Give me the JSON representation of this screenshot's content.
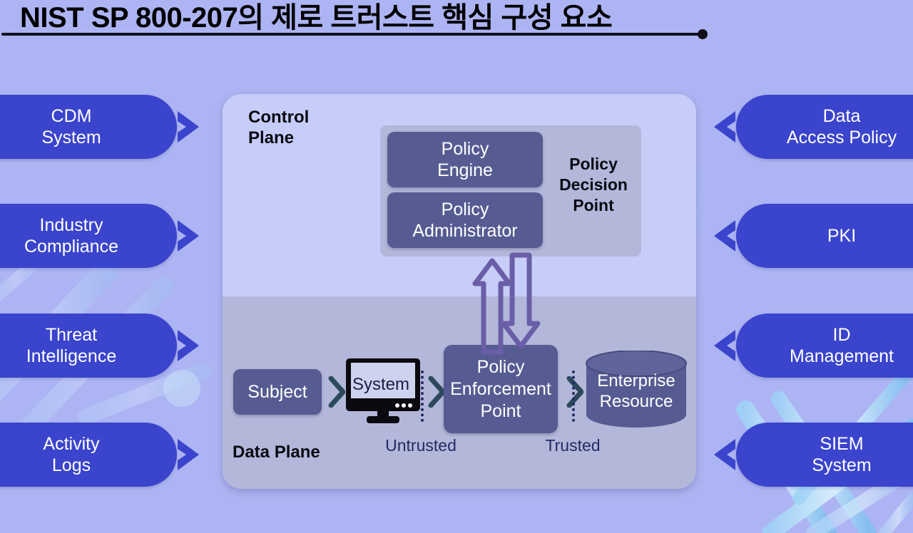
{
  "title": {
    "text": "NIST SP 800-207의 제로 트러스트 핵심 구성 요소"
  },
  "colors": {
    "background": "#adb4f3",
    "pill_blue": "#3a44cc",
    "control_plane": "#c6cdf8",
    "data_plane": "#b3b8da",
    "node_slate": "#565c92",
    "arrow_purple": "#6a5ea8",
    "trust_navy": "#232a63",
    "decor_blue": "#87c4f0"
  },
  "left_pills": [
    {
      "label": "CDM\nSystem",
      "icon": "chevron-right-icon"
    },
    {
      "label": "Industry\nCompliance",
      "icon": "chevron-right-icon"
    },
    {
      "label": "Threat\nIntelligence",
      "icon": "chevron-right-icon"
    },
    {
      "label": "Activity\nLogs",
      "icon": "chevron-right-icon"
    }
  ],
  "right_pills": [
    {
      "label": "Data\nAccess Policy",
      "icon": "chevron-left-icon"
    },
    {
      "label": "PKI",
      "icon": "chevron-left-icon"
    },
    {
      "label": "ID\nManagement",
      "icon": "chevron-left-icon"
    },
    {
      "label": "SIEM\nSystem",
      "icon": "chevron-left-icon"
    }
  ],
  "control_plane": {
    "label": "Control\nPlane",
    "pdp_label": "Policy\nDecision\nPoint",
    "boxes": [
      {
        "label": "Policy\nEngine"
      },
      {
        "label": "Policy\nAdministrator"
      }
    ]
  },
  "data_plane": {
    "label": "Data Plane",
    "subject": "Subject",
    "system": "System",
    "pep": "Policy\nEnforcement\nPoint",
    "enterprise_resource": "Enterprise\nResource",
    "untrusted": "Untrusted",
    "trusted": "Trusted"
  },
  "arrows": {
    "up": "arrow-up-icon",
    "down": "arrow-down-icon"
  }
}
